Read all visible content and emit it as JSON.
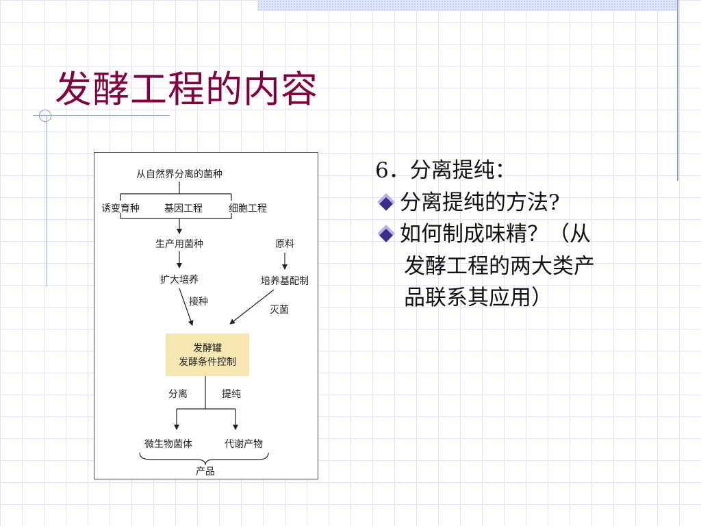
{
  "slide": {
    "title": "发酵工程的内容",
    "heading": "6．分离提纯：",
    "bullets": [
      {
        "text": "分离提纯的方法?"
      },
      {
        "lines": [
          "如何制成味精？（从",
          "发酵工程的两大类产",
          "品联系其应用）"
        ]
      }
    ]
  },
  "diagram": {
    "labels": {
      "source": "从自然界分离的菌种",
      "mutation": "诱变育种",
      "genetic": "基因工程",
      "cell": "细胞工程",
      "production_strain": "生产用菌种",
      "raw_material": "原料",
      "expand": "扩大培养",
      "medium": "培养基配制",
      "inoculate": "接种",
      "sterilize": "灭菌",
      "fermenter": "发酵罐",
      "control": "发酵条件控制",
      "separate": "分离",
      "purify": "提纯",
      "cells": "微生物菌体",
      "metabolites": "代谢产物",
      "product": "产品"
    }
  },
  "colors": {
    "title": "#800040",
    "grid": "#dfe3f3",
    "accent_line": "#8d9ad4",
    "fermenter_box": "#f6e6b2",
    "bullet": "#3a2d8c"
  }
}
